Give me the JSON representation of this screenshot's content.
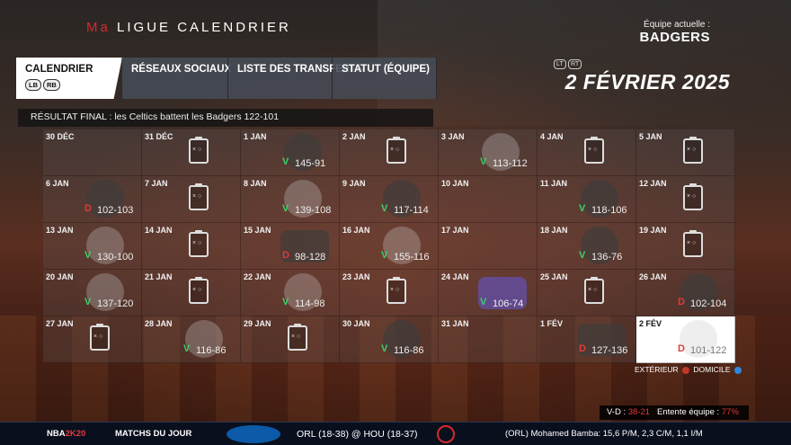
{
  "header": {
    "title_prefix": "Ma",
    "title_main": "LIGUE CALENDRIER",
    "current_team_label": "Équipe actuelle :",
    "current_team": "BADGERS"
  },
  "tabs": [
    {
      "label": "CALENDRIER",
      "buttons": [
        "LB",
        "RB"
      ]
    },
    {
      "label": "RÉSEAUX SOCIAUX"
    },
    {
      "label": "LISTE DES TRANSFERTS"
    },
    {
      "label": "STATUT (ÉQUIPE)"
    }
  ],
  "triggers": {
    "lt": "LT",
    "rt": "RT"
  },
  "current_date": "2 FÉVRIER 2025",
  "final_result": "RÉSULTAT FINAL : les Celtics battent les Badgers 122-101",
  "days": [
    {
      "date": "30 DÉC",
      "type": "empty"
    },
    {
      "date": "31 DÉC",
      "type": "clip"
    },
    {
      "date": "1 JAN",
      "type": "game",
      "res": "V",
      "score": "145-91",
      "logo": "dark"
    },
    {
      "date": "2 JAN",
      "type": "clip"
    },
    {
      "date": "3 JAN",
      "type": "game",
      "res": "V",
      "score": "113-112",
      "logo": "light"
    },
    {
      "date": "4 JAN",
      "type": "clip"
    },
    {
      "date": "5 JAN",
      "type": "clip"
    },
    {
      "date": "6 JAN",
      "type": "game",
      "res": "D",
      "score": "102-103",
      "logo": "dark"
    },
    {
      "date": "7 JAN",
      "type": "clip"
    },
    {
      "date": "8 JAN",
      "type": "game",
      "res": "V",
      "score": "139-108",
      "logo": "light"
    },
    {
      "date": "9 JAN",
      "type": "game",
      "res": "V",
      "score": "117-114",
      "logo": "dark"
    },
    {
      "date": "10 JAN",
      "type": "empty"
    },
    {
      "date": "11 JAN",
      "type": "game",
      "res": "V",
      "score": "118-106",
      "logo": "dark"
    },
    {
      "date": "12 JAN",
      "type": "clip"
    },
    {
      "date": "13 JAN",
      "type": "game",
      "res": "V",
      "score": "130-100",
      "logo": "light"
    },
    {
      "date": "14 JAN",
      "type": "clip"
    },
    {
      "date": "15 JAN",
      "type": "game",
      "res": "D",
      "score": "98-128",
      "logo": "wide"
    },
    {
      "date": "16 JAN",
      "type": "game",
      "res": "V",
      "score": "155-116",
      "logo": "light"
    },
    {
      "date": "17 JAN",
      "type": "empty"
    },
    {
      "date": "18 JAN",
      "type": "game",
      "res": "V",
      "score": "136-76",
      "logo": "dark"
    },
    {
      "date": "19 JAN",
      "type": "clip"
    },
    {
      "date": "20 JAN",
      "type": "game",
      "res": "V",
      "score": "137-120",
      "logo": "light"
    },
    {
      "date": "21 JAN",
      "type": "clip"
    },
    {
      "date": "22 JAN",
      "type": "game",
      "res": "V",
      "score": "114-98",
      "logo": "light"
    },
    {
      "date": "23 JAN",
      "type": "clip"
    },
    {
      "date": "24 JAN",
      "type": "game",
      "res": "V",
      "score": "106-74",
      "logo": "purple"
    },
    {
      "date": "25 JAN",
      "type": "clip"
    },
    {
      "date": "26 JAN",
      "type": "game",
      "res": "D",
      "score": "102-104",
      "logo": "dark"
    },
    {
      "date": "27 JAN",
      "type": "clip"
    },
    {
      "date": "28 JAN",
      "type": "game",
      "res": "V",
      "score": "116-86",
      "logo": "light"
    },
    {
      "date": "29 JAN",
      "type": "clip"
    },
    {
      "date": "30 JAN",
      "type": "game",
      "res": "V",
      "score": "116-86",
      "logo": "dark"
    },
    {
      "date": "31 JAN",
      "type": "empty"
    },
    {
      "date": "1 FÉV",
      "type": "game",
      "res": "D",
      "score": "127-136",
      "logo": "wide"
    },
    {
      "date": "2 FÉV",
      "type": "game",
      "res": "D",
      "score": "101-122",
      "logo": "light",
      "highlight": true
    }
  ],
  "legend": {
    "away": "EXTÉRIEUR",
    "home": "DOMICILE",
    "away_color": "#c0392b",
    "home_color": "#2e86de"
  },
  "stats": {
    "record_label": "V-D :",
    "record": "38-21",
    "chem_label": "Entente équipe :",
    "chem": "77%"
  },
  "ticker": {
    "brand_a": "NBA",
    "brand_b": "2K20",
    "label": "MATCHS DU JOUR",
    "game": "ORL (18-38)  @  HOU (18-37)",
    "player": "(ORL) Mohamed Bamba: 15,6 P/M, 2,3 C/M, 1,1 I/M"
  }
}
